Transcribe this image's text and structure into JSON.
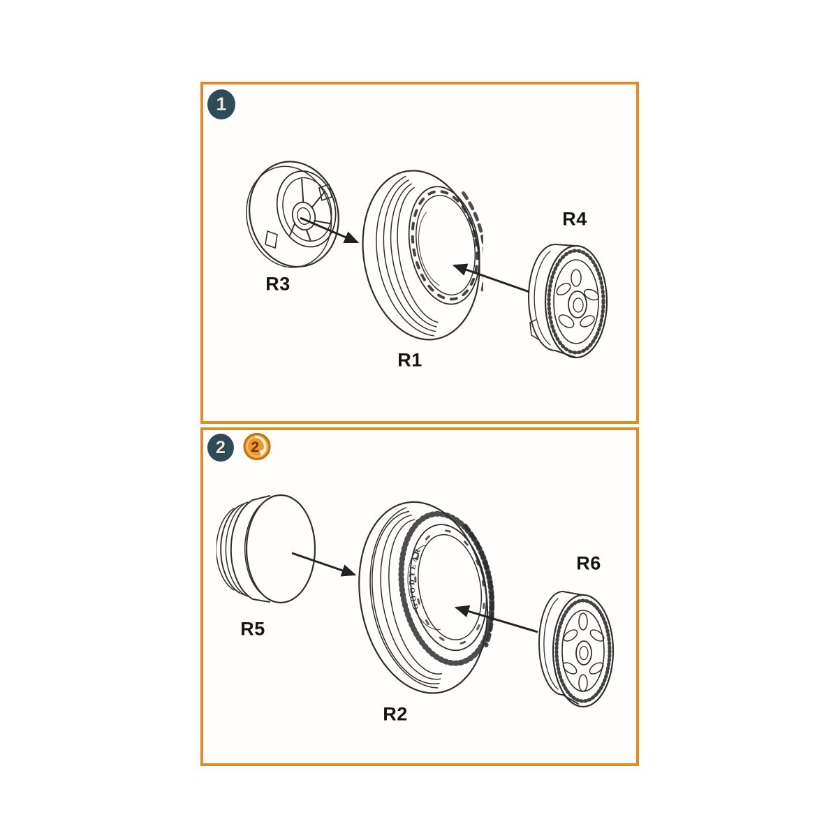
{
  "colors": {
    "background": "#ffffff",
    "panel_border": "#DE8C26",
    "step_badge_bg": "#2E4B59",
    "step_badge_text": "#EFE9D6",
    "quantity_badge_fill": "#E9992E",
    "quantity_badge_ring": "#BF6F10",
    "quantity_badge_number": "#6E3708",
    "line_art": "#2E2E2E",
    "arrow": "#222222",
    "label_text": "#141414"
  },
  "panels": [
    {
      "step": "1",
      "parts": [
        {
          "label": "R3"
        },
        {
          "label": "R1"
        },
        {
          "label": "R4"
        }
      ]
    },
    {
      "step": "2",
      "quantity": "2",
      "parts": [
        {
          "label": "R5"
        },
        {
          "label": "R2",
          "sidewall_text": "GOODYEAR"
        },
        {
          "label": "R6"
        }
      ]
    }
  ]
}
